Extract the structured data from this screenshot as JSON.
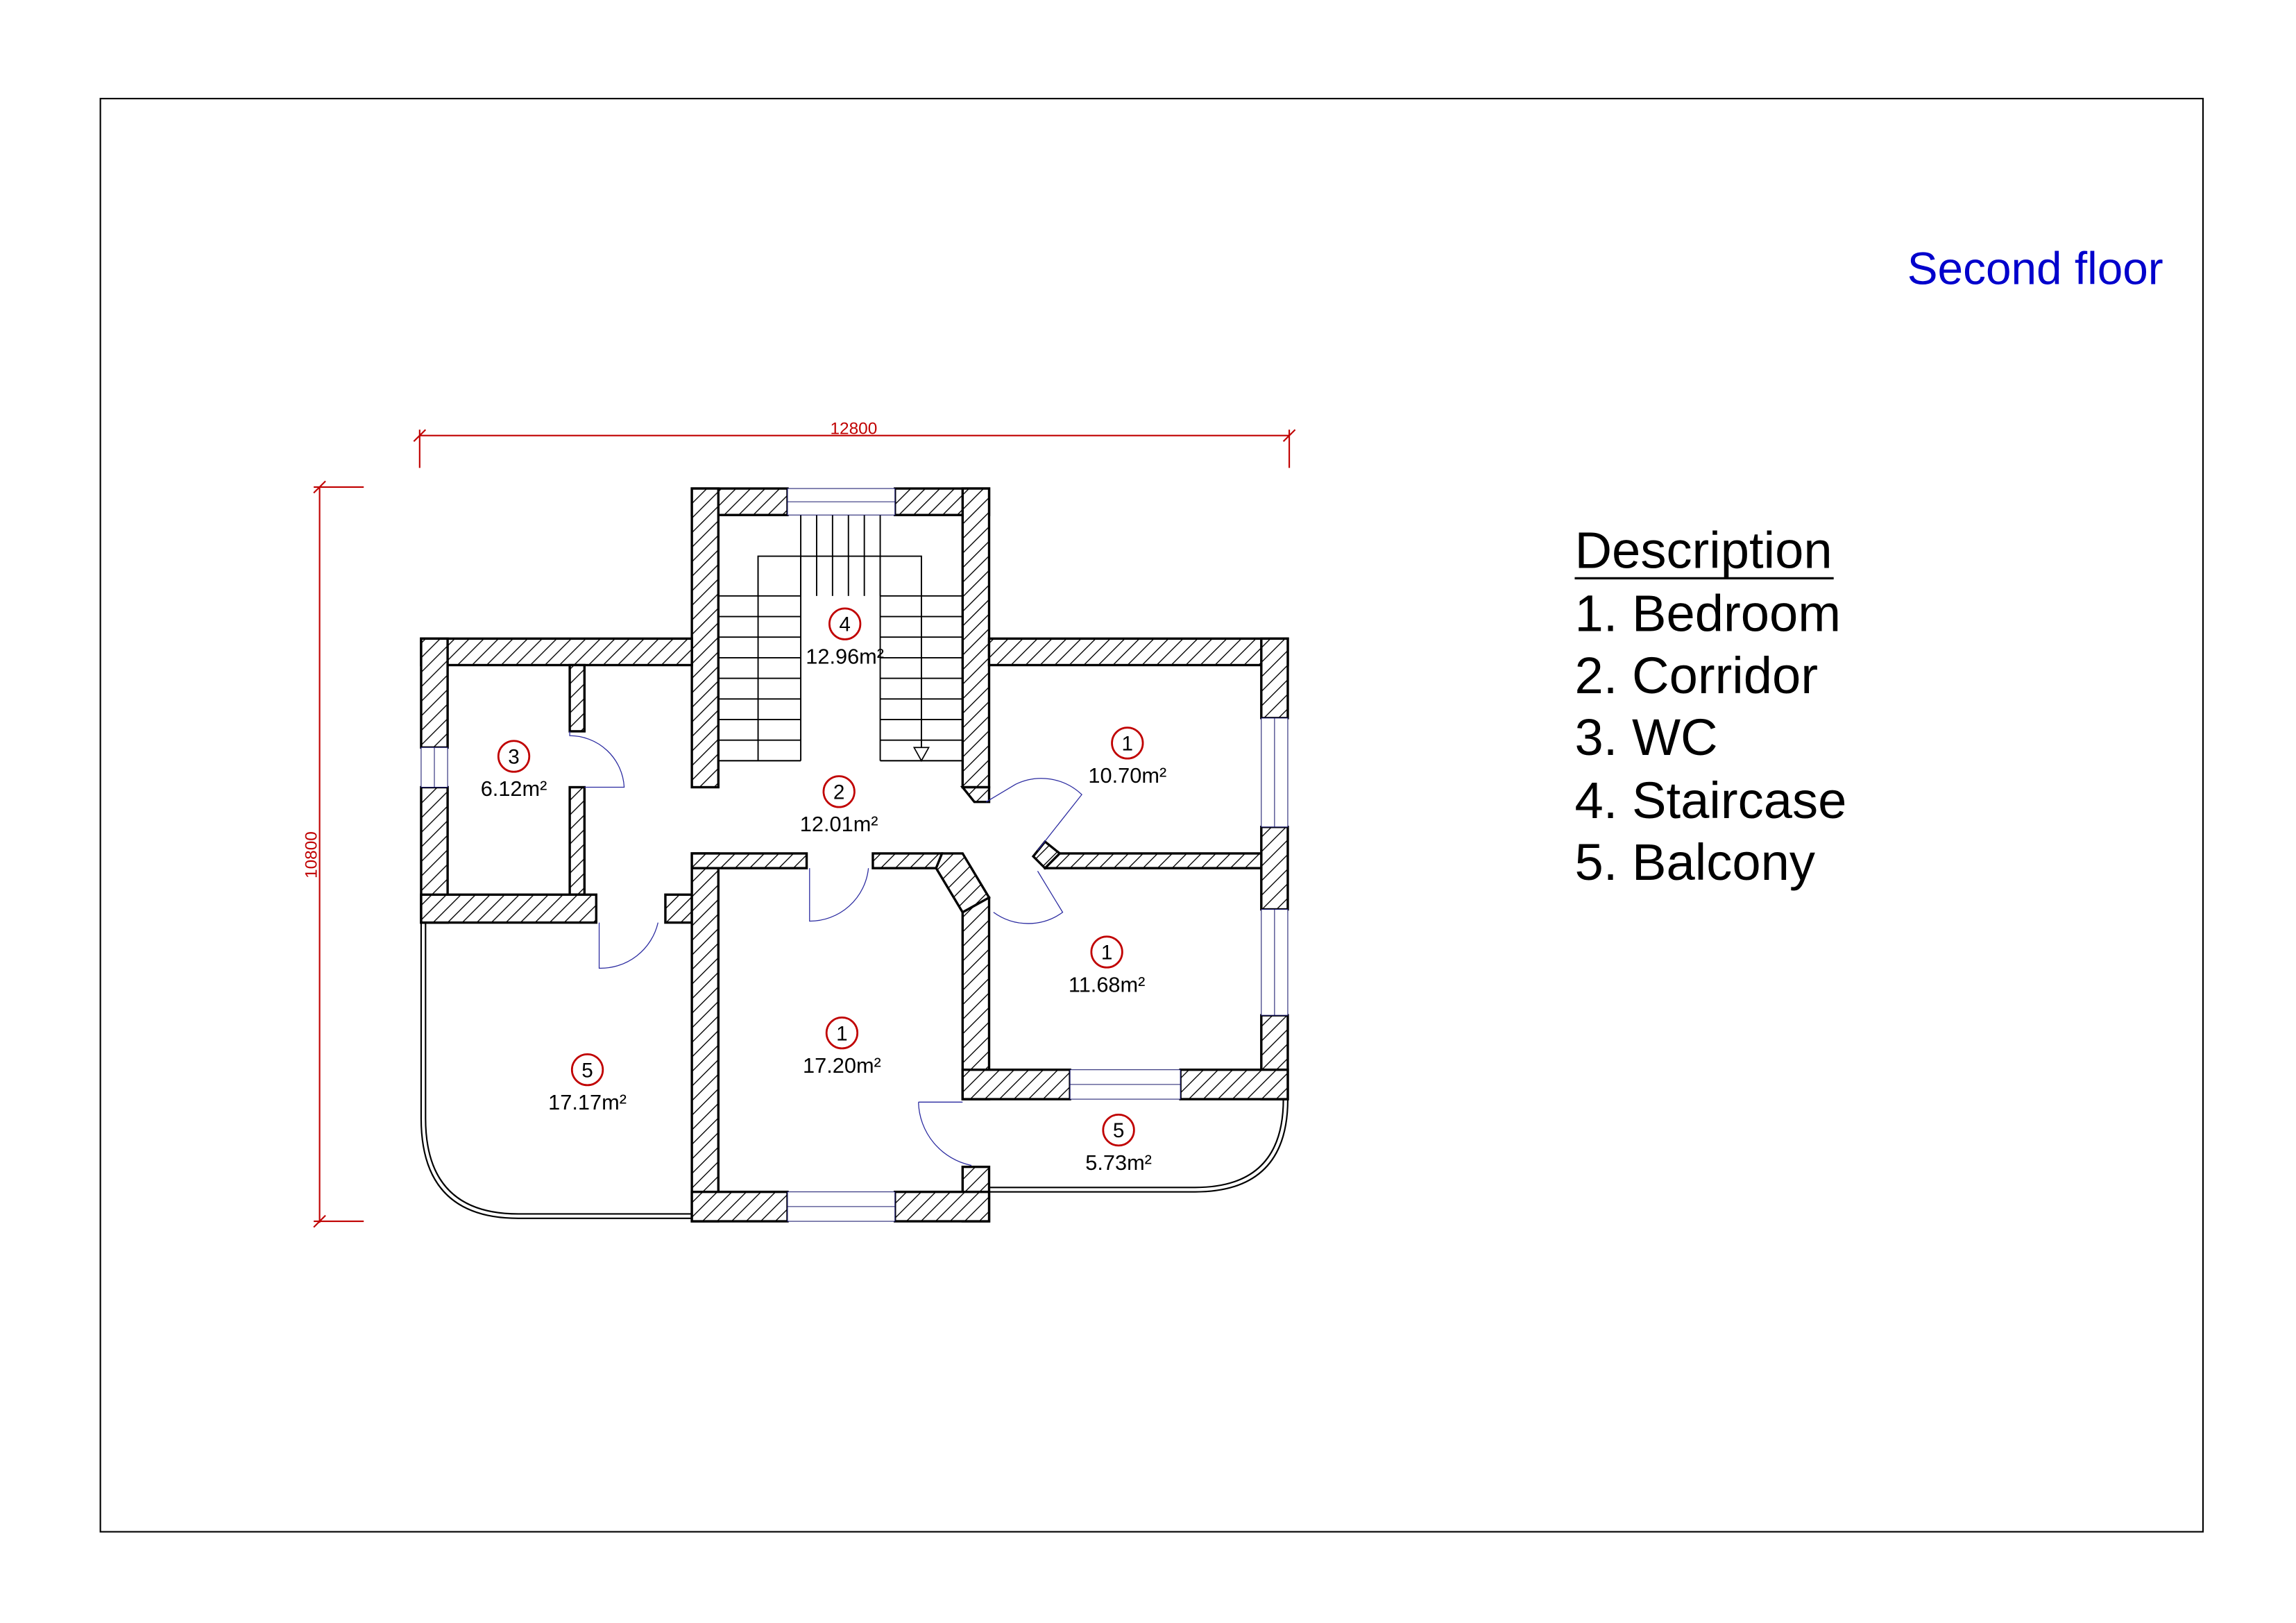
{
  "title": "Second floor",
  "colors": {
    "title": "#0000cc",
    "dimension": "#c00000",
    "room_marker": "#c00000",
    "door_swing": "#2a2aa0"
  },
  "dimensions": {
    "width": "12800",
    "height": "10800"
  },
  "rooms": [
    {
      "number": "4",
      "area": "12.96m²"
    },
    {
      "number": "3",
      "area": "6.12m²"
    },
    {
      "number": "2",
      "area": "12.01m²"
    },
    {
      "number": "1",
      "area": "10.70m²"
    },
    {
      "number": "1",
      "area": "11.68m²"
    },
    {
      "number": "1",
      "area": "17.20m²"
    },
    {
      "number": "5",
      "area": "17.17m²"
    },
    {
      "number": "5",
      "area": "5.73m²"
    }
  ],
  "legend": {
    "heading": "Description",
    "items": [
      "1. Bedroom",
      "2. Corridor",
      "3. WC",
      "4. Staircase",
      "5. Balcony"
    ]
  }
}
